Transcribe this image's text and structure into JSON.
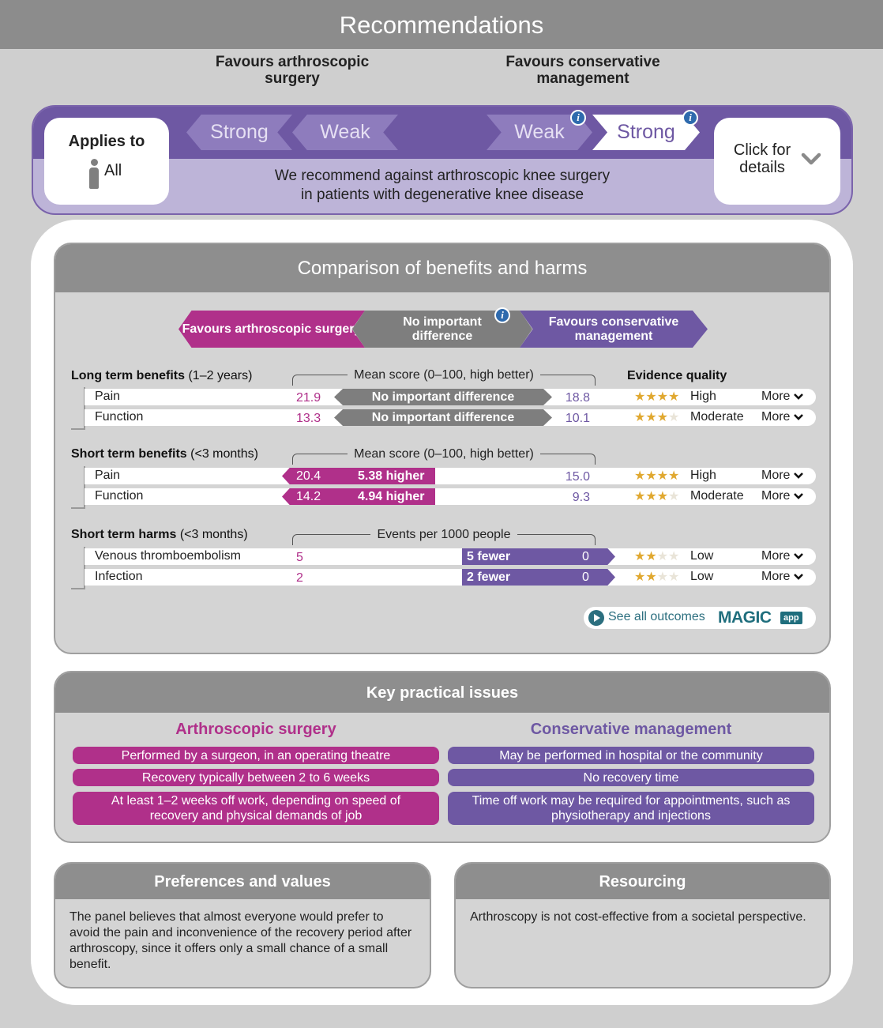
{
  "header": {
    "title": "Recommendations"
  },
  "favours": {
    "left": "Favours arthroscopic surgery",
    "right": "Favours conservative management"
  },
  "recommendation": {
    "applies_title": "Applies to",
    "applies_value": "All",
    "strength_left": [
      "Strong",
      "Weak"
    ],
    "strength_right": [
      "Weak",
      "Strong"
    ],
    "selected": "Strong (right)",
    "text_line1": "We recommend against arthroscopic knee surgery",
    "text_line2": "in patients with degenerative knee disease",
    "details_label": "Click for details",
    "info_glyph": "i"
  },
  "comparison": {
    "title": "Comparison of benefits and harms",
    "direction": {
      "left": "Favours arthroscopic surgery",
      "middle": "No important difference",
      "right": "Favours conservative management"
    },
    "evidence_quality_label": "Evidence quality",
    "sections": [
      {
        "title": "Long term benefits",
        "qualifier": "(1–2 years)",
        "scale_label": "Mean score (0–100, high better)",
        "rows": [
          {
            "label": "Pain",
            "surgery": "21.9",
            "difference": "No important difference",
            "conservative": "18.8",
            "stars": 4,
            "quality": "High",
            "more": "More"
          },
          {
            "label": "Function",
            "surgery": "13.3",
            "difference": "No important difference",
            "conservative": "10.1",
            "stars": 3,
            "quality": "Moderate",
            "more": "More"
          }
        ]
      },
      {
        "title": "Short term benefits",
        "qualifier": "(<3 months)",
        "scale_label": "Mean score (0–100, high better)",
        "rows": [
          {
            "label": "Pain",
            "surgery": "20.4",
            "difference": "5.38 higher",
            "conservative": "15.0",
            "stars": 4,
            "quality": "High",
            "more": "More"
          },
          {
            "label": "Function",
            "surgery": "14.2",
            "difference": "4.94 higher",
            "conservative": "9.3",
            "stars": 3,
            "quality": "Moderate",
            "more": "More"
          }
        ]
      },
      {
        "title": "Short term harms",
        "qualifier": "(<3 months)",
        "scale_label": "Events per 1000 people",
        "rows": [
          {
            "label": "Venous thromboembolism",
            "surgery": "5",
            "difference": "5 fewer",
            "conservative": "0",
            "stars": 2,
            "quality": "Low",
            "more": "More"
          },
          {
            "label": "Infection",
            "surgery": "2",
            "difference": "2 fewer",
            "conservative": "0",
            "stars": 2,
            "quality": "Low",
            "more": "More"
          }
        ]
      }
    ],
    "see_all": "See all outcomes",
    "logo_main": "MAGIC",
    "logo_sub": "app"
  },
  "key_issues": {
    "title": "Key practical issues",
    "left_title": "Arthroscopic surgery",
    "right_title": "Conservative management",
    "left_items": [
      "Performed by a surgeon, in an operating theatre",
      "Recovery typically between 2 to 6 weeks",
      "At least 1–2 weeks off work, depending on speed of recovery and physical demands of job"
    ],
    "right_items": [
      "May be performed in hospital or the community",
      "No recovery time",
      "Time off work may be required for appointments, such as physiotherapy and injections"
    ]
  },
  "preferences": {
    "title": "Preferences and values",
    "text": "The panel believes that almost everyone would prefer to avoid the pain and inconvenience of the recovery period after arthroscopy, since it offers only a small chance of a small benefit."
  },
  "resourcing": {
    "title": "Resourcing",
    "text": "Arthroscopy is not cost-effective from a societal perspective."
  },
  "colors": {
    "surgery": "#b0308a",
    "conservative": "#6e58a3",
    "neutral": "#7e7e7e",
    "star_on": "#e0a830",
    "star_off": "#e9e4d8",
    "info": "#2e6aad",
    "magic": "#1f6e7d"
  },
  "icons": [
    "person-icon",
    "info-icon",
    "chevron-down-icon",
    "star-icon",
    "play-icon"
  ]
}
